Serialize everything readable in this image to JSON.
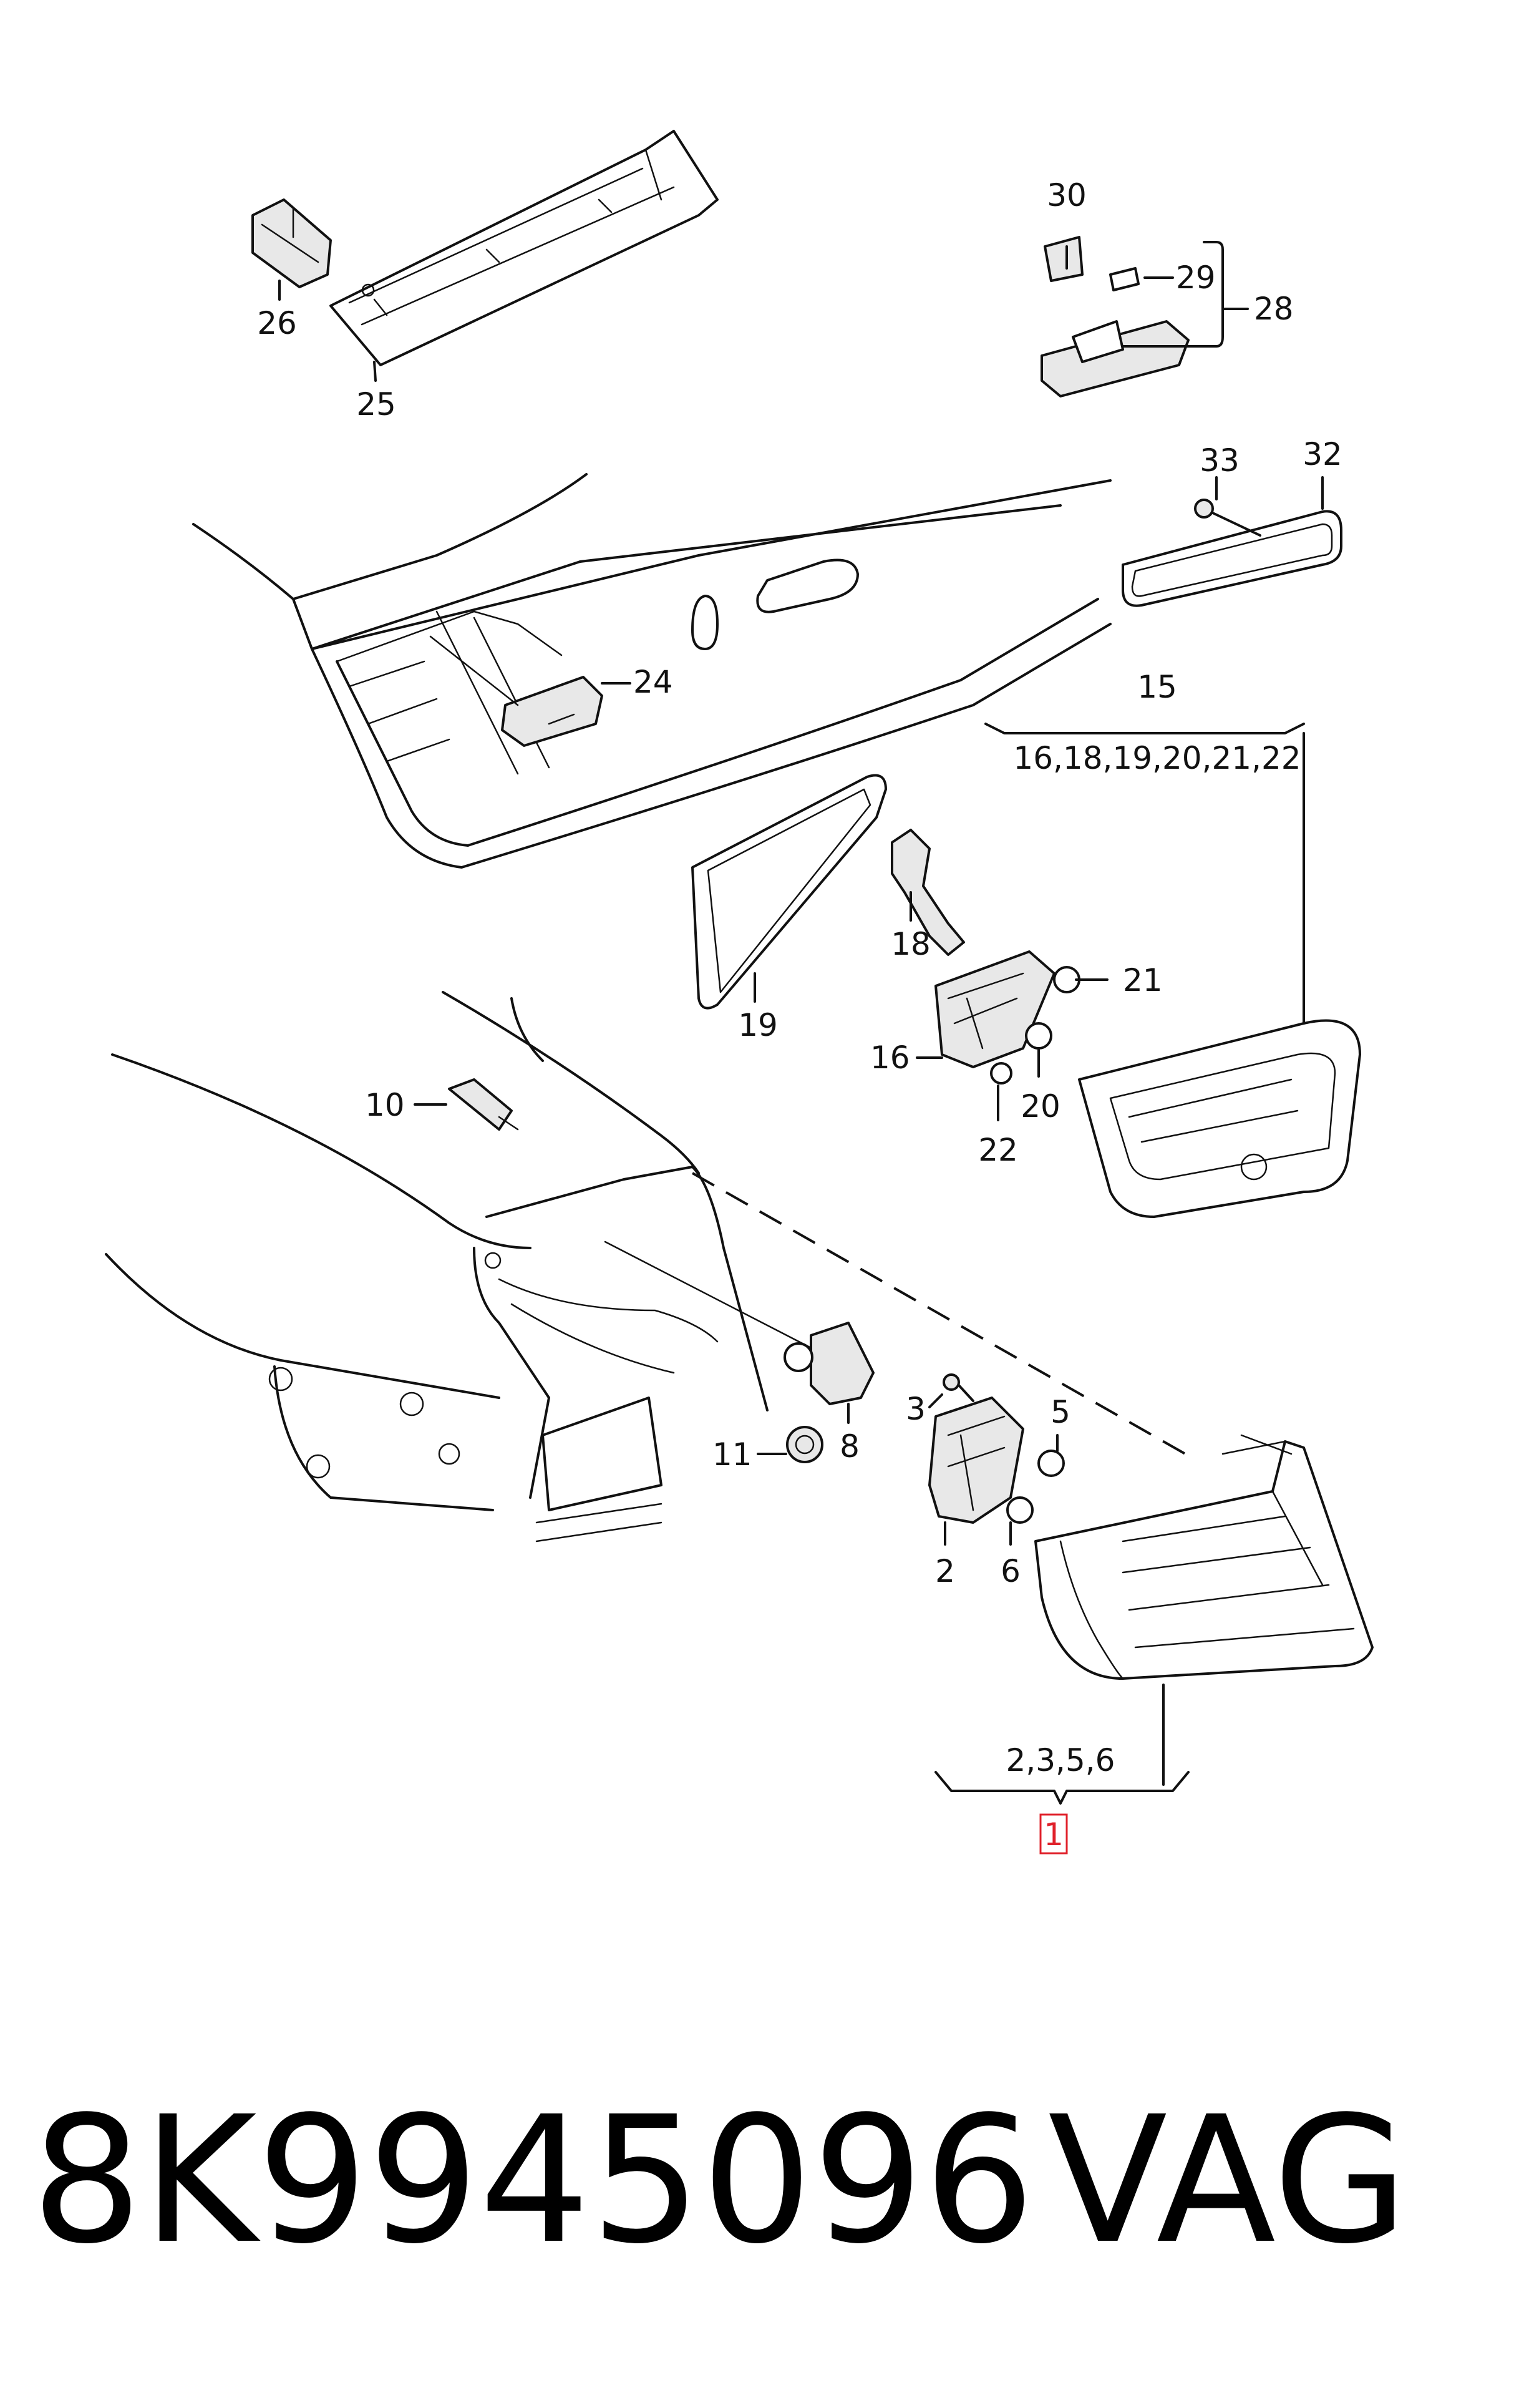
{
  "callouts": {
    "c1": "1",
    "c2": "2",
    "c3": "3",
    "c5": "5",
    "c6": "6",
    "c8": "8",
    "c10": "10",
    "c11": "11",
    "c15": "15",
    "c16": "16",
    "c18": "18",
    "c19": "19",
    "c20": "20",
    "c21": "21",
    "c22": "22",
    "c24": "24",
    "c25": "25",
    "c26": "26",
    "c28": "28",
    "c29": "29",
    "c30": "30",
    "c32": "32",
    "c33": "33"
  },
  "groups": {
    "lamp_set": "16,18,19,20,21,22",
    "outer_lamp_set": "2,3,5,6"
  },
  "highlight_color": "#e0202a",
  "footer": {
    "part_number": "8K9945096",
    "brand": "VAG"
  }
}
